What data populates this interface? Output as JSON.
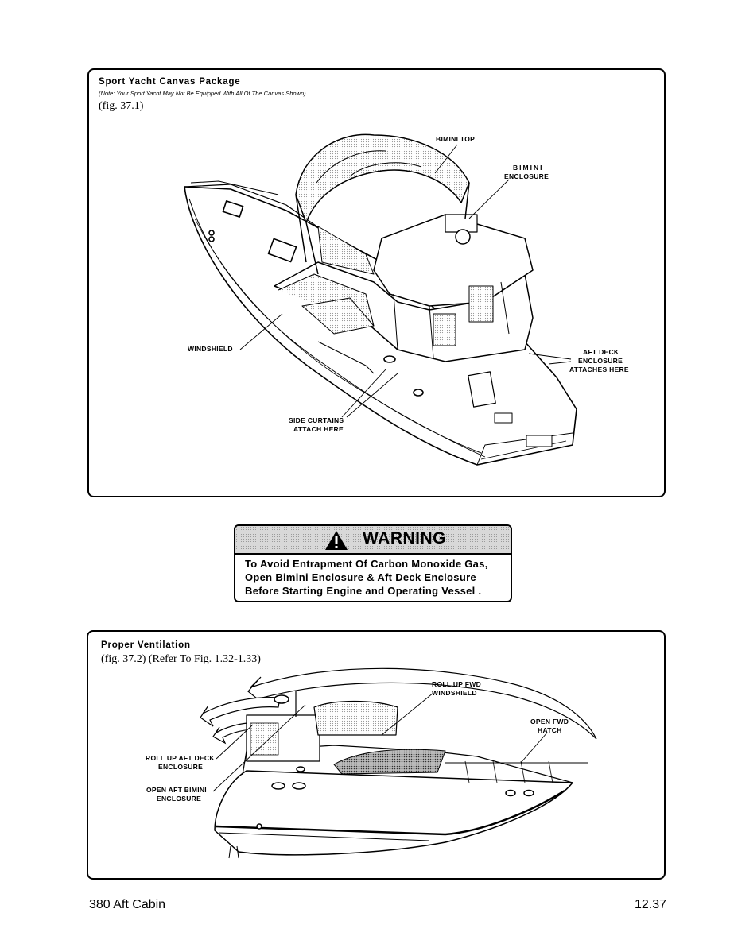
{
  "figure1": {
    "title": "Sport Yacht Canvas Package",
    "note": "(Note: Your Sport Yacht May Not Be Equipped With All Of The Canvas Shown)",
    "figref": "(fig. 37.1)",
    "labels": {
      "bimini_top": "BIMINI TOP",
      "bimini_enclosure_1": "BIMINI",
      "bimini_enclosure_2": "ENCLOSURE",
      "windshield": "WINDSHIELD",
      "aft_deck_1": "AFT DECK",
      "aft_deck_2": "ENCLOSURE",
      "aft_deck_3": "ATTACHES HERE",
      "side_curtains_1": "SIDE CURTAINS",
      "side_curtains_2": "ATTACH HERE"
    }
  },
  "warning": {
    "title": "WARNING",
    "lines": [
      "To Avoid Entrapment Of Carbon Monoxide Gas,",
      "Open Bimini Enclosure & Aft Deck Enclosure",
      "Before Starting Engine and Operating Vessel ."
    ]
  },
  "figure2": {
    "title": "Proper Ventilation",
    "figref": "(fig. 37.2) (Refer To Fig. 1.32-1.33)",
    "labels": {
      "roll_up_fwd_1": "ROLL UP FWD",
      "roll_up_fwd_2": "WINDSHIELD",
      "open_fwd_hatch_1": "OPEN FWD",
      "open_fwd_hatch_2": "HATCH",
      "roll_up_aft_1": "ROLL UP AFT DECK",
      "roll_up_aft_2": "ENCLOSURE",
      "open_aft_bimini_1": "OPEN AFT BIMINI",
      "open_aft_bimini_2": "ENCLOSURE"
    }
  },
  "footer": {
    "left": "380 Aft Cabin",
    "right": "12.37"
  }
}
